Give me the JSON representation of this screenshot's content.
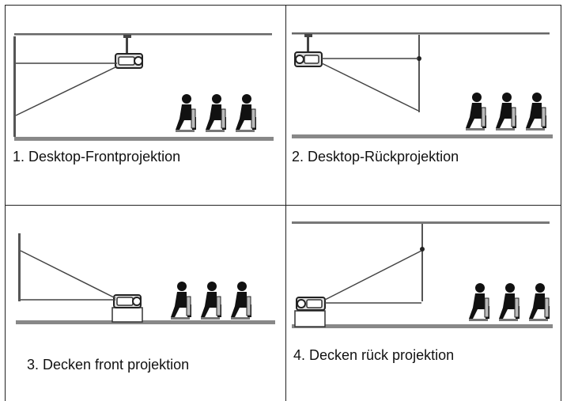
{
  "panels": [
    {
      "caption": "1. Desktop-Frontprojektion"
    },
    {
      "caption": "2. Desktop-Rückprojektion"
    },
    {
      "caption": "3. Decken front projektion"
    },
    {
      "caption": "4. Decken rück projektion"
    }
  ]
}
